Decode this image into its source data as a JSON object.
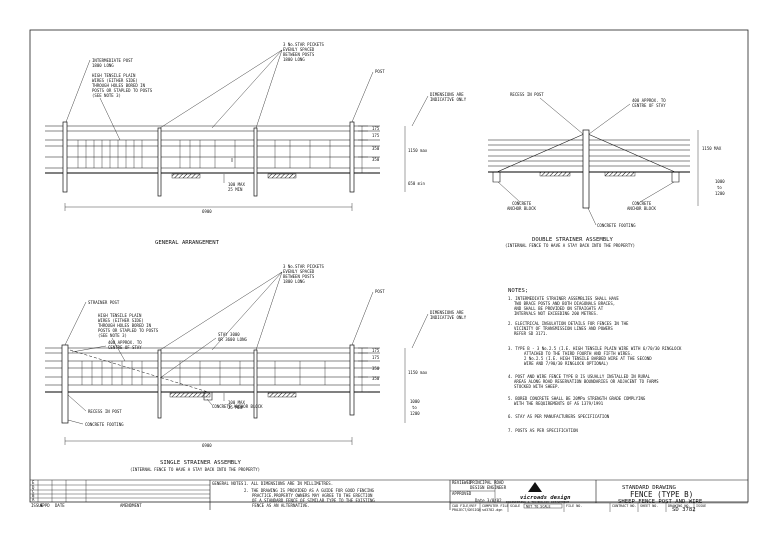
{
  "general": {
    "labels": {
      "intermediate_post": [
        "INTERMEDIATE POST",
        "1800 LONG"
      ],
      "wires": [
        "HIGH TENSILE PLAIN",
        "WIRES (EITHER SIDE)",
        "THROUGH HOLES BORED IN",
        "POSTS OR STAPLED TO POSTS",
        "(SEE NOTE 3)"
      ],
      "pickets": [
        "3 No.STAR PICKETS",
        "EVENLY SPACED",
        "BETWEEN POSTS",
        "1800 LONG"
      ],
      "post": "POST",
      "dims_indicative": [
        "DIMENSIONS ARE",
        "INDICATIVE ONLY"
      ],
      "wire_dims": [
        "175",
        "175",
        "350",
        "350"
      ],
      "height": "1150 max",
      "depth": "650 min",
      "ground_dim": [
        "100 MAX",
        "25 MIN"
      ],
      "length": "6900"
    },
    "title": "GENERAL ARRANGEMENT"
  },
  "double": {
    "labels": {
      "recess": "RECESS IN POST",
      "stay": [
        "400 APPROX. TO",
        "CENTRE OF STAY"
      ],
      "height": "1150 MAX",
      "depth": [
        "1000",
        "to",
        "1200"
      ],
      "anchor_left": [
        "CONCRETE",
        "ANCHOR BLOCK"
      ],
      "anchor_right": [
        "CONCRETE",
        "ANCHOR BLOCK"
      ],
      "footing": "CONCRETE FOOTING"
    },
    "title": "DOUBLE STRAINER ASSEMBLY",
    "subtitle": "(INTERNAL FENCE TO HAVE A STAY BACK INTO THE PROPERTY)"
  },
  "single": {
    "labels": {
      "strainer_post": "STRAINER POST",
      "wires": [
        "HIGH TENSILE PLAIN",
        "WIRES (EITHER SIDE)",
        "THROUGH HOLES BORED IN",
        "POSTS OR STAPLED TO POSTS",
        "(SEE NOTE 3)"
      ],
      "stay_centre": [
        "400 APPROX. TO",
        "CENTRE OF STAY"
      ],
      "stay_len": [
        "STAY 3000",
        "OR 3600 LONG"
      ],
      "pickets": [
        "3 No.STAR PICKETS",
        "EVENLY SPACED",
        "BETWEEN POSTS",
        "1800 LONG"
      ],
      "post": "POST",
      "dims_indicative": [
        "DIMENSIONS ARE",
        "INDICATIVE ONLY"
      ],
      "wire_dims": [
        "175",
        "175",
        "350",
        "350"
      ],
      "height": "1150 max",
      "depth": [
        "1000",
        "to",
        "1200"
      ],
      "ground_dim": [
        "100 MAX",
        "25 MIN"
      ],
      "recess": "RECESS IN POST",
      "anchor": "CONCRETE ANCHOR BLOCK",
      "footing": "CONCRETE FOOTING",
      "length": "6900"
    },
    "title": "SINGLE STRAINER ASSEMBLY",
    "subtitle": "(INTERNAL FENCE TO HAVE A STAY BACK INTO THE PROPERTY)"
  },
  "notes": {
    "heading": "NOTES;",
    "items": [
      [
        "1. INTERMEDIATE STRAINER ASSEMBLIES SHALL HAVE",
        "TWO BRACE POSTS AND BOTH DIAGONALS BRACES,",
        "AND SHALL BE PROVIDED ON STRAIGHTS AT",
        "INTERVALS NOT EXCEEDING 200 METRES."
      ],
      [
        "2. ELECTRICAL INSULATION DETAILS FOR FENCES IN THE",
        "VICINITY OF TRANSMISSION LINES AND POWERS",
        "REFER SD 3171."
      ],
      [
        "3.  TYPE B - 3 No.2.5  (I.E. HIGH TENSILE PLAIN WIRE WITH 6/70/30 RINGLOCK",
        "ATTACHED TO THE THIRD FOURTH AND FIFTH WIRES.",
        "2 No.2.5 (I.E. HIGH TENSILE BARBED WIRE AT THE SECOND",
        "WIRE AND 7/90/30 RINGLOCK OPTIONAL)"
      ],
      [
        "4. POST AND WIRE FENCE TYPE B IS USUALLY INSTALLED IN RURAL",
        "AREAS ALONG ROAD RESERVATION BOUNDARIES OR ADJACENT TO FARMS",
        "STOCKED WITH SHEEP."
      ],
      [
        "5. BORED CONCRETE SHALL BE 20MPa STRENGTH GRADE COMPLYING",
        "WITH THE REQUIREMENTS OF AS 1379/1991"
      ],
      [
        "6. STAY AS PER MANUFACTURERS SPECIFICATION"
      ],
      [
        "7. POSTS AS PER SPECIFICATION"
      ]
    ]
  },
  "title_block": {
    "rev_letters": [
      "E",
      "D",
      "C",
      "B",
      "A"
    ],
    "rev_headers": [
      "ISSUE",
      "APPD",
      "DATE",
      "AMENDMENT"
    ],
    "general_notes_label": "GENERAL NOTES",
    "general_notes": [
      "1. ALL DIMENSIONS ARE IN MILLIMETRES.",
      "2. THE DRAWING IS PROVIDED AS A GUIDE FOR GOOD FENCING",
      "PRACTICE.PROPERTY OWNERS MAY AGREE TO THE ERECTION",
      "OF A STANDARD FENCE OF SIMILAR TYPE TO THE EXISTING",
      "FENCE AS AN ALTERNATIVE."
    ],
    "reviewed_label": "REVIEWED",
    "reviewed_by": [
      "PRINCIPAL ROAD",
      "DESIGN ENGINEER"
    ],
    "approved_label": "APPROVED",
    "approved_date": "Date 3/8/02",
    "logo_text": "vicroads design",
    "logo_sub": "ENGINEERING & TECHNOLOGY DEPARTMENT",
    "cadd_label": "CAD FILE/REF",
    "cadd_value": "PROJECT/DESIGN",
    "computer_label": "COMPUTER FILE",
    "computer_value": "sd3782.dgn",
    "scale_label": "SCALE",
    "scale_value": "NOT TO SCALE",
    "cert_label": "FILE NO.",
    "contract_label": "CONTRACT NO.",
    "sheet_label": "SHEET NO.",
    "drawing_label": "DRAWING NO.",
    "issue_label": "ISSUE",
    "drawing_no": "SD 3782",
    "std_drawing": "STANDARD DRAWING",
    "title": "FENCE (TYPE B)",
    "subtitle": "SHEEP FENCE POST AND WIRE"
  }
}
